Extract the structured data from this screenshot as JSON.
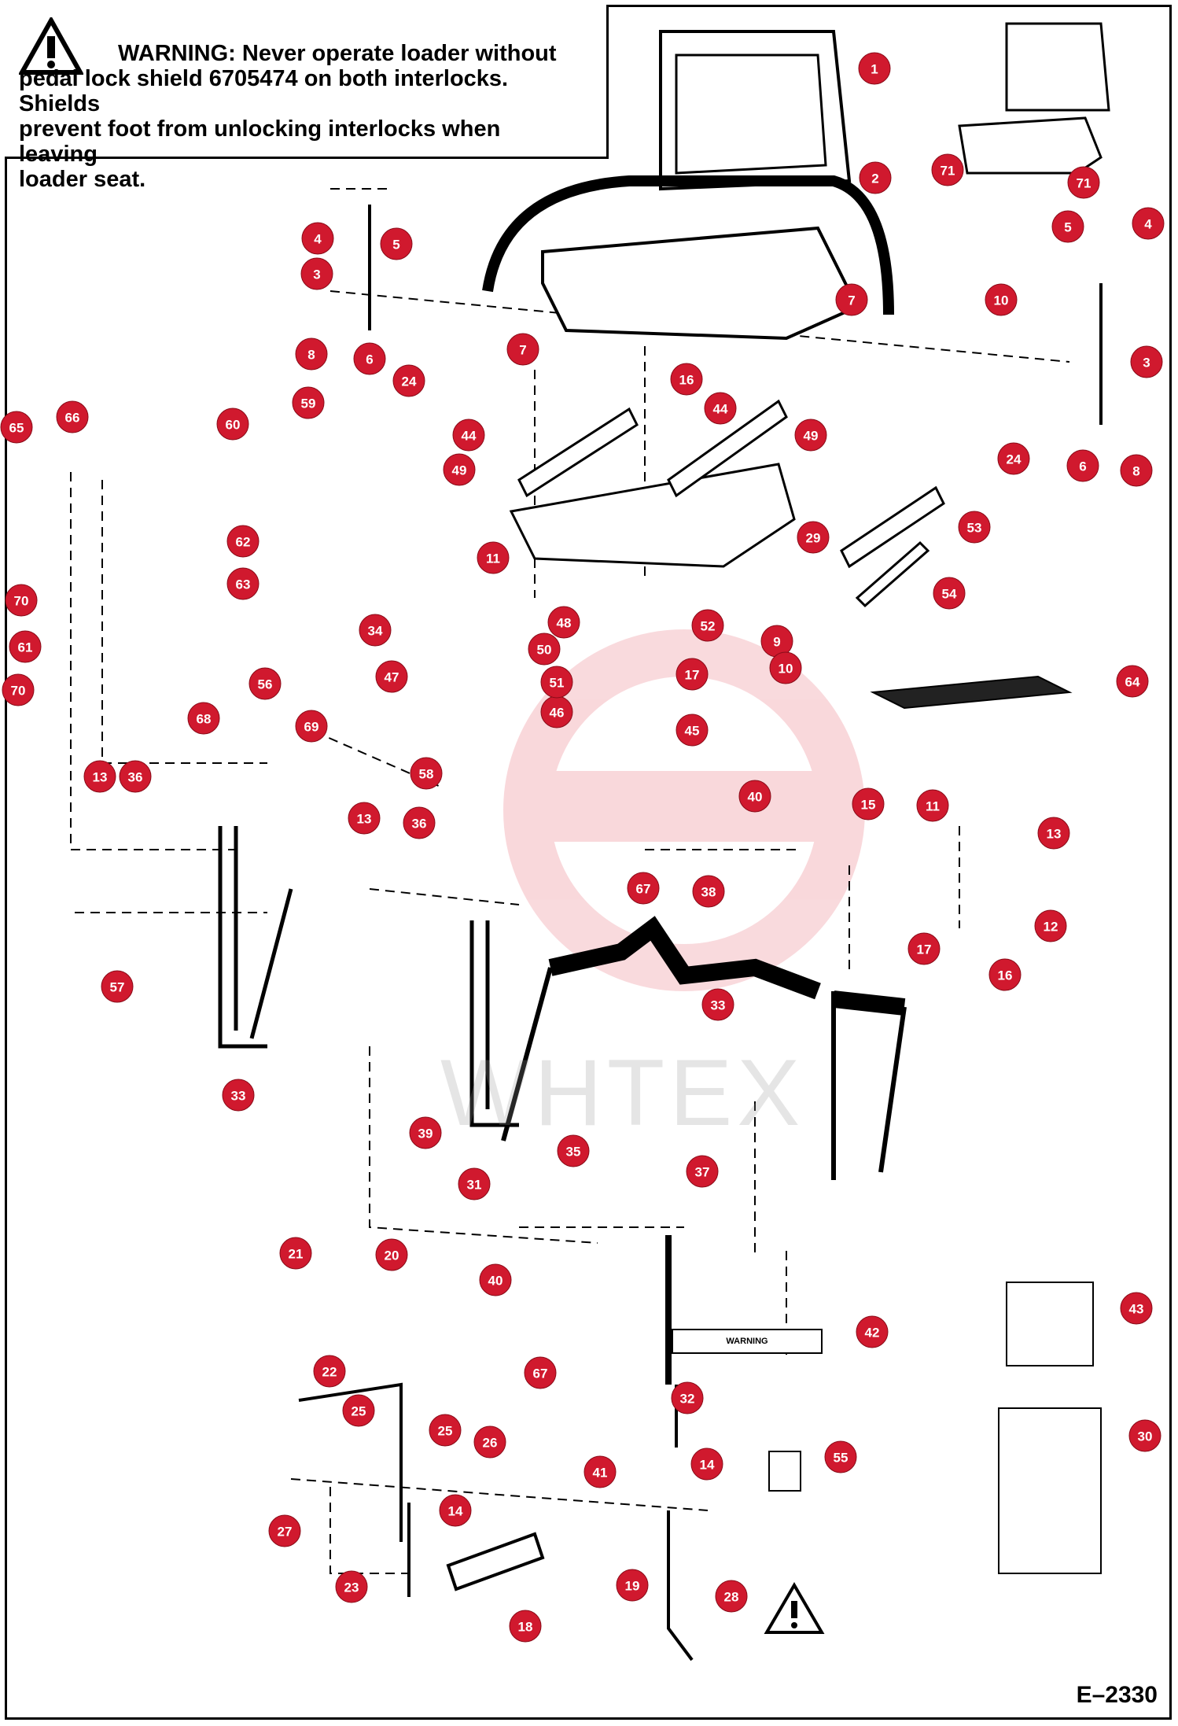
{
  "warning": {
    "heading": "WARNING:",
    "text_line1": "Never operate loader without",
    "text_line2": "pedal lock shield 6705474 on both interlocks. Shields",
    "text_line3": "prevent foot from unlocking interlocks when leaving",
    "text_line4": "loader seat."
  },
  "drawing_number": "E–2330",
  "watermark": "WHTEX",
  "callouts": [
    "1",
    "2",
    "3",
    "4",
    "5",
    "6",
    "7",
    "8",
    "9",
    "10",
    "11",
    "12",
    "13",
    "14",
    "15",
    "16",
    "17",
    "18",
    "19",
    "20",
    "21",
    "22",
    "23",
    "24",
    "25",
    "26",
    "27",
    "28",
    "29",
    "30",
    "31",
    "32",
    "33",
    "34",
    "35",
    "36",
    "37",
    "38",
    "39",
    "40",
    "41",
    "42",
    "43",
    "44",
    "45",
    "46",
    "47",
    "48",
    "49",
    "50",
    "51",
    "52",
    "53",
    "54",
    "55",
    "56",
    "57",
    "58",
    "59",
    "60",
    "61",
    "62",
    "63",
    "64",
    "65",
    "66",
    "67",
    "68",
    "69",
    "70",
    "71"
  ],
  "decal_warning": "WARNING"
}
